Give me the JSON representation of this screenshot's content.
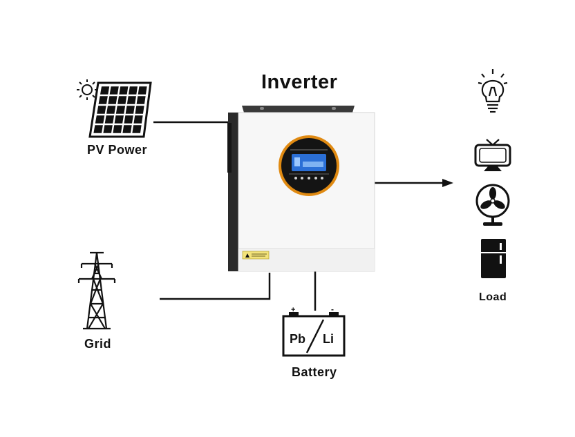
{
  "diagram": {
    "title": "Inverter",
    "pv_label": "PV Power",
    "grid_label": "Grid",
    "battery_label": "Battery",
    "battery_terminal_text": [
      "Pb",
      "Li"
    ],
    "battery_polarity": [
      "+",
      "-"
    ],
    "load_label": "Load",
    "load_devices": [
      "light-bulb",
      "television",
      "fan",
      "refrigerator"
    ],
    "colors": {
      "line": "#111111",
      "inverter_body": "#f7f7f7",
      "lcd_ring": "#e08a12",
      "lcd_screen": "#2b6fd6"
    }
  }
}
